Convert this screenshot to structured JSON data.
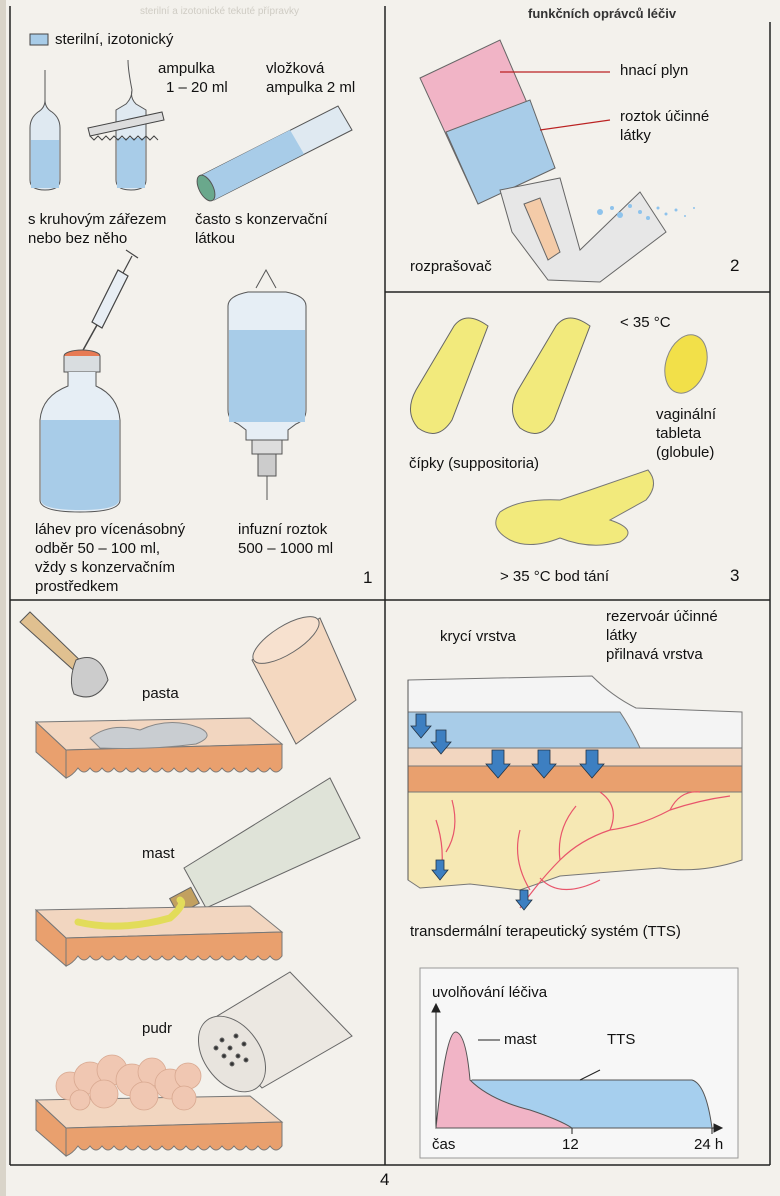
{
  "header": "funkčních oprávců léčiv",
  "panel1": {
    "legend": "sterilní, izotonický",
    "ampule": "ampulka",
    "ampule_vol": "1 – 20 ml",
    "cartridge_1": "vložková",
    "cartridge_2": "ampulka  2 ml",
    "notch_1": "s kruhovým zářezem",
    "notch_2": "nebo bez něho",
    "preserv_1": "často s konzervační",
    "preserv_2": "látkou",
    "bottle_1": "láhev pro vícenásobný",
    "bottle_2": "odběr 50 – 100 ml,",
    "bottle_3": "vždy s konzervačním",
    "bottle_4": "prostředkem",
    "infusion_1": "infuzní roztok",
    "infusion_2": "500 – 1000 ml",
    "number": "1"
  },
  "panel2": {
    "propellant": "hnací plyn",
    "solution_1": "roztok účinné",
    "solution_2": "látky",
    "sprayer": "rozprašovač",
    "number": "2"
  },
  "panel3": {
    "temp_low": "< 35 °C",
    "vaginal_1": "vaginální",
    "vaginal_2": "tableta",
    "vaginal_3": "(globule)",
    "suppository": "čípky (suppositoria)",
    "melting": "> 35 °C bod tání",
    "number": "3"
  },
  "panel4": {
    "paste": "pasta",
    "ointment": "mast",
    "powder": "pudr",
    "cover_layer": "krycí vrstva",
    "reservoir_1": "rezervoár účinné",
    "reservoir_2": "látky",
    "adhesive": "přilnavá vrstva",
    "tts": "transdermální terapeutický systém (TTS)",
    "graph_ylabel": "uvolňování léčiva",
    "graph_mast": "mast",
    "graph_tts": "TTS",
    "graph_time": "čas",
    "graph_12": "12",
    "graph_24": "24 h",
    "number": "4"
  },
  "colors": {
    "sterile_blue": "#a8cce8",
    "pink": "#f1b4c6",
    "yellow": "#f2ea7c",
    "skin": "#e9a06e",
    "tts_blue": "#8fc3e8"
  }
}
